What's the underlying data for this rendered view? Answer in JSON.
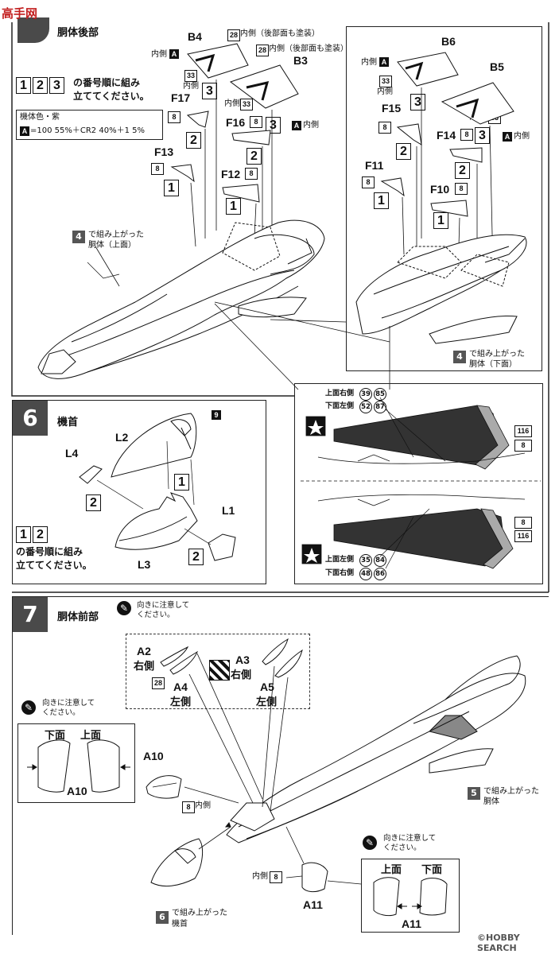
{
  "step5": {
    "title": "胴体後部",
    "order_numbers": [
      "1",
      "2",
      "3"
    ],
    "order_note_1": "の番号順に組み",
    "order_note_2": "立ててください。",
    "color_title": "機体色・紫",
    "color_formula": "=100 55%＋CR2 40%＋1 5%",
    "color_code": "A",
    "parts": {
      "b4": "B4",
      "b3": "B3",
      "b6": "B6",
      "b5": "B5",
      "f17": "F17",
      "f16": "F16",
      "f13": "F13",
      "f12": "F12",
      "f15": "F15",
      "f14": "F14",
      "f11": "F11",
      "f10": "F10"
    },
    "decal_28_note_1": "内側（後部面も塗装）",
    "decal_28_note_2": "内側（後部面も塗装）",
    "inner": "内側",
    "num_28": "28",
    "num_33": "33",
    "num_8": "8",
    "num_4": "4",
    "upper_note_1": "で組み上がった",
    "upper_note_2": "胴体（上面）",
    "lower_note_1": "で組み上がった",
    "lower_note_2": "胴体（下面）",
    "decals": {
      "upper_right": "上面右側",
      "lower_left": "下面左側",
      "upper_left": "上面左側",
      "lower_right": "下面右側",
      "n39": "39",
      "n85": "85",
      "n52": "52",
      "n87": "87",
      "n35": "35",
      "n84": "84",
      "n48": "48",
      "n86": "86",
      "n116": "116",
      "n8": "8"
    }
  },
  "step6": {
    "number": "6",
    "title": "機首",
    "parts": {
      "l1": "L1",
      "l2": "L2",
      "l3": "L3",
      "l4": "L4"
    },
    "num_9": "9",
    "order_numbers": [
      "1",
      "2"
    ],
    "order_note_1": "の番号順に組み",
    "order_note_2": "立ててください。"
  },
  "step7": {
    "number": "7",
    "title": "胴体前部",
    "direction_note_1": "向きに注意して",
    "direction_note_2": "ください。",
    "parts": {
      "a2": "A2",
      "a3": "A3",
      "a4": "A4",
      "a5": "A5",
      "a10": "A10",
      "a11": "A11"
    },
    "right": "右側",
    "left": "左側",
    "num_28": "28",
    "bottom": "下面",
    "top": "上面",
    "inner": "内側",
    "num_8": "8",
    "num_5": "5",
    "fuselage_note_1": "で組み上がった",
    "fuselage_note_2": "胴体",
    "num_6": "6",
    "nose_note_1": "で組み上がった",
    "nose_note_2": "機首"
  },
  "watermark_top": "高手网",
  "watermark_bottom": "©HOBBY SEARCH"
}
